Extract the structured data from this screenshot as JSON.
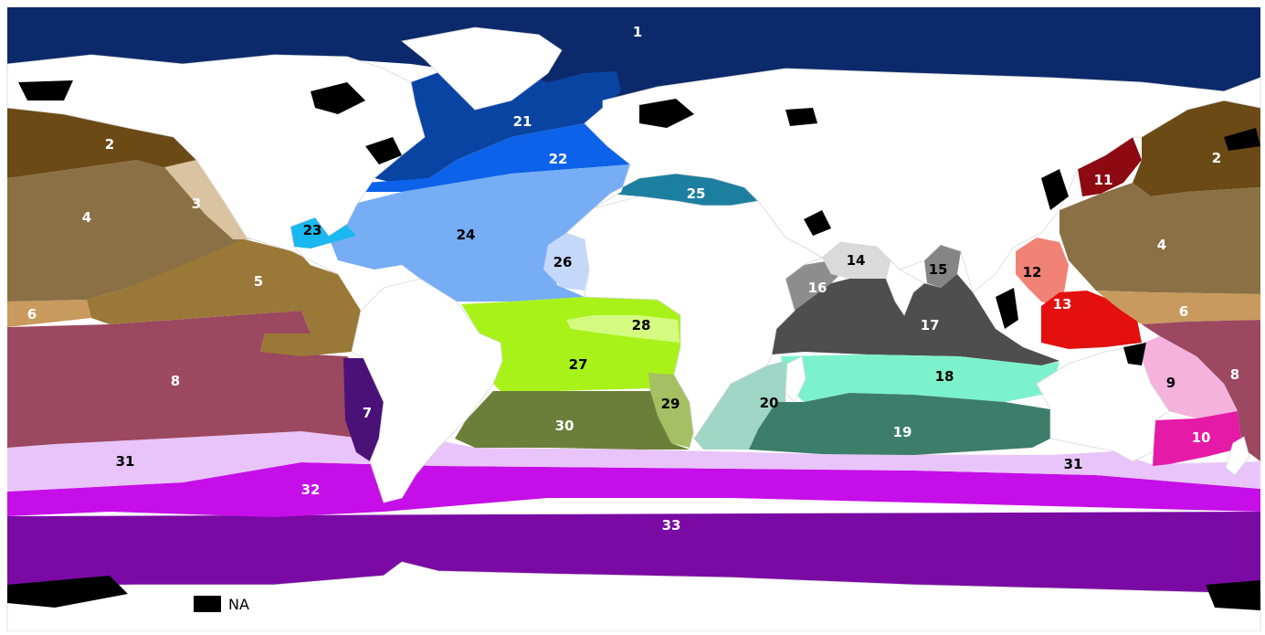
{
  "map": {
    "regions": [
      {
        "id": "1",
        "color": "#0c2a6b",
        "label_color": "#ffffff"
      },
      {
        "id": "2",
        "color": "#6b4a16",
        "label_color": "#ffffff"
      },
      {
        "id": "3",
        "color": "#d9c3a0",
        "label_color": "#ffffff"
      },
      {
        "id": "4",
        "color": "#8b7046",
        "label_color": "#ffffff"
      },
      {
        "id": "5",
        "color": "#9a7838",
        "label_color": "#ffffff"
      },
      {
        "id": "6",
        "color": "#c89a5e",
        "label_color": "#ffffff"
      },
      {
        "id": "7",
        "color": "#4a1277",
        "label_color": "#ffffff"
      },
      {
        "id": "8",
        "color": "#9c4860",
        "label_color": "#ffffff"
      },
      {
        "id": "9",
        "color": "#f4b2dd",
        "label_color": "#000000"
      },
      {
        "id": "10",
        "color": "#e51aa6",
        "label_color": "#ffffff"
      },
      {
        "id": "11",
        "color": "#8e0a12",
        "label_color": "#ffffff"
      },
      {
        "id": "12",
        "color": "#f08276",
        "label_color": "#000000"
      },
      {
        "id": "13",
        "color": "#e40f0f",
        "label_color": "#ffffff"
      },
      {
        "id": "14",
        "color": "#dadada",
        "label_color": "#000000"
      },
      {
        "id": "15",
        "color": "#858585",
        "label_color": "#000000"
      },
      {
        "id": "16",
        "color": "#8d8d8d",
        "label_color": "#ffffff"
      },
      {
        "id": "17",
        "color": "#4e4e4e",
        "label_color": "#ffffff"
      },
      {
        "id": "18",
        "color": "#7cf2cc",
        "label_color": "#000000"
      },
      {
        "id": "19",
        "color": "#3c7e6a",
        "label_color": "#ffffff"
      },
      {
        "id": "20",
        "color": "#9fd6c6",
        "label_color": "#000000"
      },
      {
        "id": "21",
        "color": "#0a44a3",
        "label_color": "#ffffff"
      },
      {
        "id": "22",
        "color": "#0c62e8",
        "label_color": "#ffffff"
      },
      {
        "id": "23",
        "color": "#1ab8f0",
        "label_color": "#000000"
      },
      {
        "id": "24",
        "color": "#76adf5",
        "label_color": "#000000"
      },
      {
        "id": "25",
        "color": "#1d7fa0",
        "label_color": "#ffffff"
      },
      {
        "id": "26",
        "color": "#c4d8fa",
        "label_color": "#000000"
      },
      {
        "id": "27",
        "color": "#a8f21a",
        "label_color": "#000000"
      },
      {
        "id": "28",
        "color": "#d4fb80",
        "label_color": "#000000"
      },
      {
        "id": "29",
        "color": "#a5c063",
        "label_color": "#000000"
      },
      {
        "id": "30",
        "color": "#6b7f3a",
        "label_color": "#ffffff"
      },
      {
        "id": "31",
        "color": "#e8c4fa",
        "label_color": "#000000"
      },
      {
        "id": "32",
        "color": "#c60ee8",
        "label_color": "#ffffff"
      },
      {
        "id": "33",
        "color": "#7b0aa5",
        "label_color": "#ffffff"
      }
    ],
    "land_color": "#ffffff",
    "na_color": "#000000"
  },
  "legend": {
    "na_label": "NA",
    "na_color": "#000000"
  }
}
